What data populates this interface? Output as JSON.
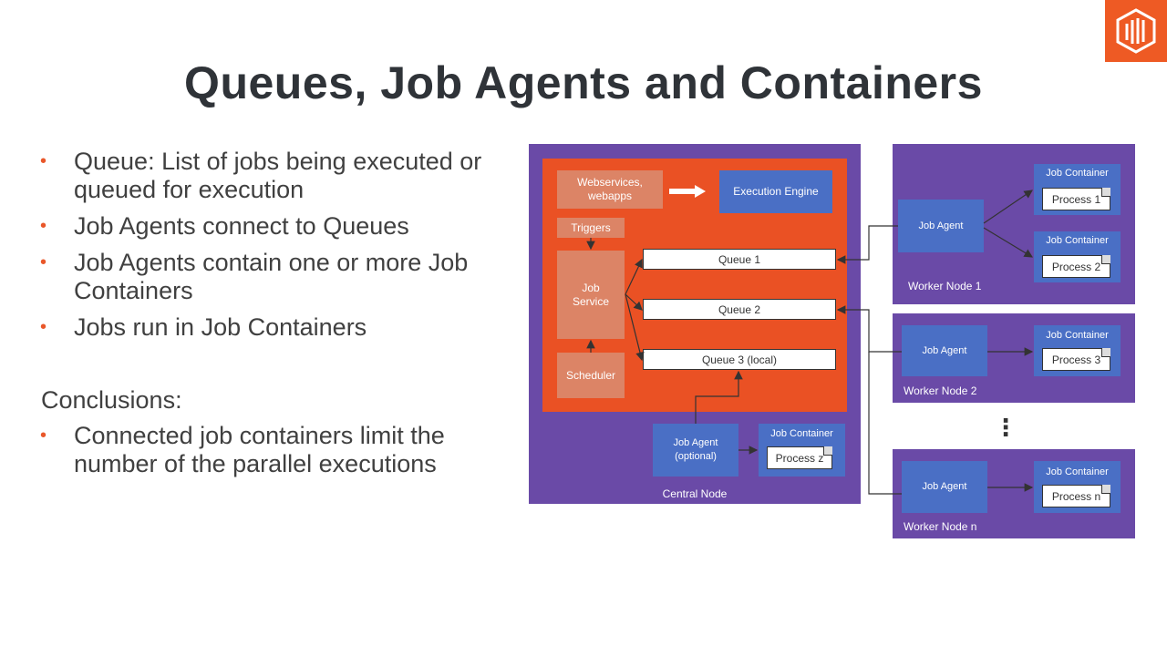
{
  "title": "Queues, Job Agents and Containers",
  "bullets": [
    "Queue: List of jobs being executed or queued for execution",
    "Job Agents connect to Queues",
    "Job Agents contain one or more Job Containers",
    "Jobs run in Job Containers"
  ],
  "conclusions": {
    "label": "Conclusions:",
    "items": [
      "Connected job containers limit the number of the parallel executions"
    ]
  },
  "bullet_char": "•",
  "logo_icon": "brand-logo-icon",
  "colors": {
    "accent_orange": "#ea5124",
    "purple": "#6a4aa7",
    "blue": "#4a6fc5",
    "salmon": "#dc8466"
  },
  "diagram": {
    "central": {
      "caption": "Central Node",
      "webservices": "Webservices, webapps",
      "execution_engine": "Execution Engine",
      "triggers": "Triggers",
      "job_service": "Job Service",
      "scheduler": "Scheduler",
      "queues": [
        "Queue 1",
        "Queue 2",
        "Queue 3 (local)"
      ],
      "job_agent": "Job Agent (optional)",
      "job_container": "Job Container",
      "process": "Process z"
    },
    "worker1": {
      "caption": "Worker Node 1",
      "job_agent": "Job Agent",
      "containers": [
        {
          "label": "Job Container",
          "process": "Process 1"
        },
        {
          "label": "Job Container",
          "process": "Process 2"
        }
      ]
    },
    "worker2": {
      "caption": "Worker Node 2",
      "job_agent": "Job Agent",
      "container": {
        "label": "Job Container",
        "process": "Process 3"
      }
    },
    "ellipsis": "⋮",
    "workern": {
      "caption": "Worker Node n",
      "job_agent": "Job Agent",
      "container": {
        "label": "Job Container",
        "process": "Process n"
      }
    }
  }
}
